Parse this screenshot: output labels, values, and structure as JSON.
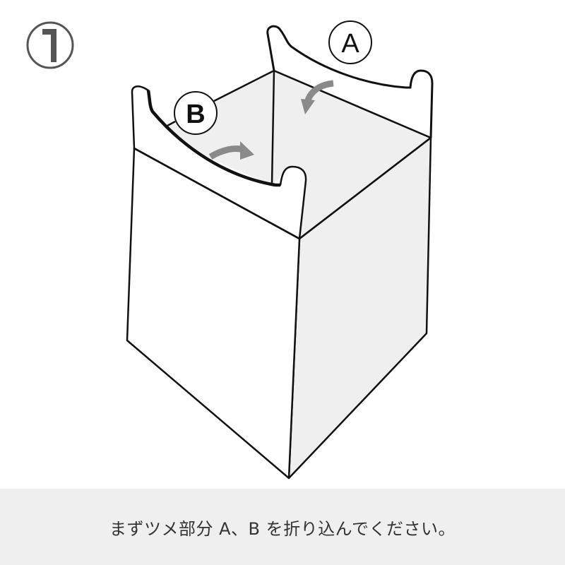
{
  "step": {
    "number": "1",
    "glyph": "①"
  },
  "labels": {
    "flap_a": "A",
    "flap_b": "B"
  },
  "caption": {
    "text": "まずツメ部分 A、B を折り込んでください。"
  },
  "icons": {
    "fold_arrow_a": "curved-arrow-down-left",
    "fold_arrow_b": "curved-arrow-right"
  },
  "colors": {
    "line": "#111111",
    "shaded_face": "#efefef",
    "arrow": "#8a8a8a",
    "caption_bg": "#efefef",
    "caption_text": "#333333",
    "step_circle": "#555555"
  }
}
